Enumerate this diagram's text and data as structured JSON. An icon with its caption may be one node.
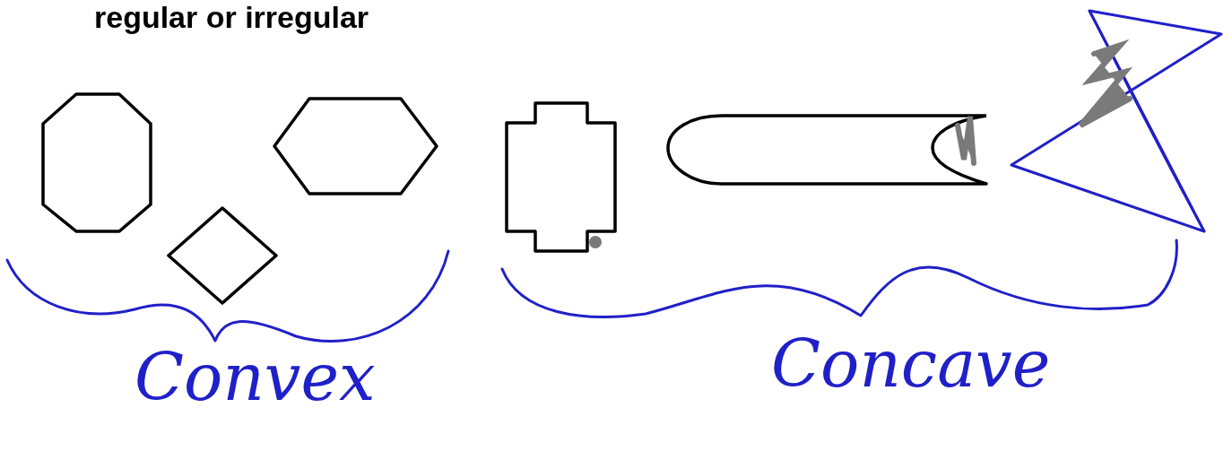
{
  "diagram": {
    "title": "regular or irregular",
    "labels": [
      "Convex",
      "Concave"
    ]
  }
}
